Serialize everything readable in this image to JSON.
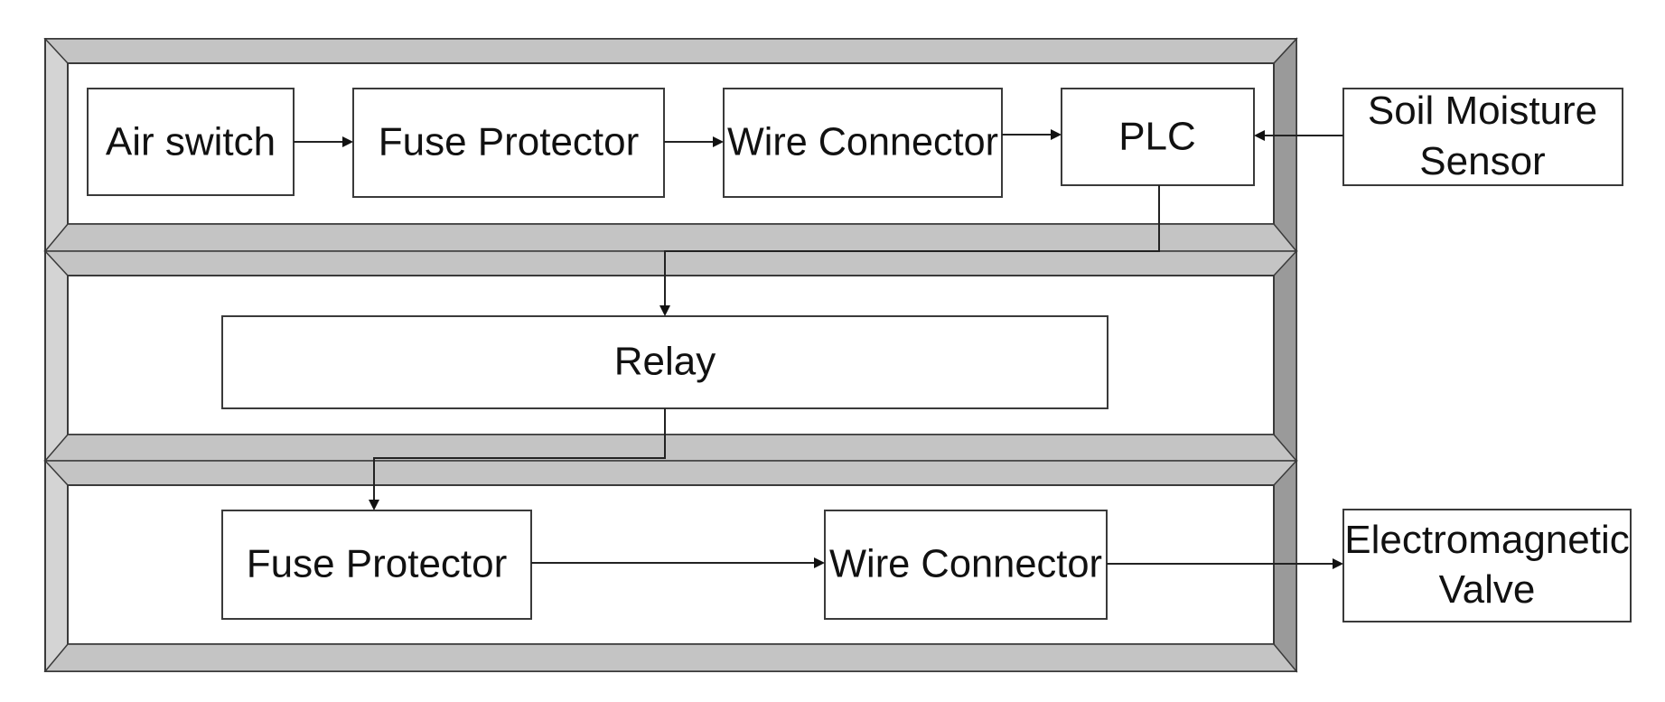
{
  "blocks": {
    "air_switch": "Air switch",
    "fuse_protector_top": "Fuse Protector",
    "wire_connector_top": "Wire Connector",
    "plc": "PLC",
    "soil_moisture_sensor": [
      "Soil Moisture",
      "Sensor"
    ],
    "relay": "Relay",
    "fuse_protector_bottom": "Fuse Protector",
    "wire_connector_bottom": "Wire Connector",
    "electromagnetic_valve": [
      "Electromagnetic",
      "Valve"
    ]
  },
  "connections": [
    {
      "from": "air_switch",
      "to": "fuse_protector_top"
    },
    {
      "from": "fuse_protector_top",
      "to": "wire_connector_top"
    },
    {
      "from": "wire_connector_top",
      "to": "plc"
    },
    {
      "from": "soil_moisture_sensor",
      "to": "plc"
    },
    {
      "from": "plc",
      "to": "relay"
    },
    {
      "from": "relay",
      "to": "fuse_protector_bottom"
    },
    {
      "from": "fuse_protector_bottom",
      "to": "wire_connector_bottom"
    },
    {
      "from": "wire_connector_bottom",
      "to": "electromagnetic_valve"
    }
  ]
}
